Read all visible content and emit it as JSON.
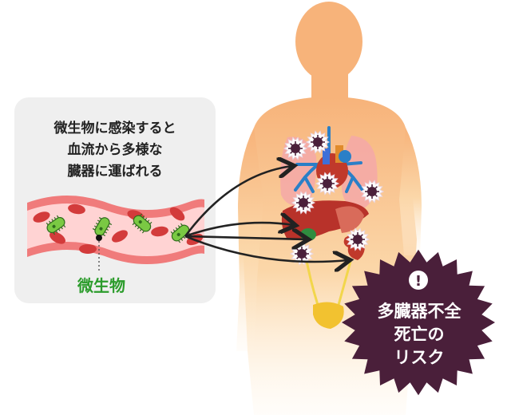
{
  "caption": {
    "line1": "微生物に感染すると",
    "line2": "血流から多様な",
    "line3": "臓器に運ばれる"
  },
  "microbe_label": "微生物",
  "warning": {
    "icon": "exclamation-icon",
    "line1": "多臓器不全",
    "line2": "死亡の",
    "line3": "リスク"
  },
  "colors": {
    "body": "#f9c08a",
    "vessel": "#f07b7b",
    "vessel_inner": "#ffd3d3",
    "red_cell": "#d33b3b",
    "microbe": "#7ac943",
    "burst": "#4a1f3a",
    "microbe_label": "#2c9c2c"
  }
}
